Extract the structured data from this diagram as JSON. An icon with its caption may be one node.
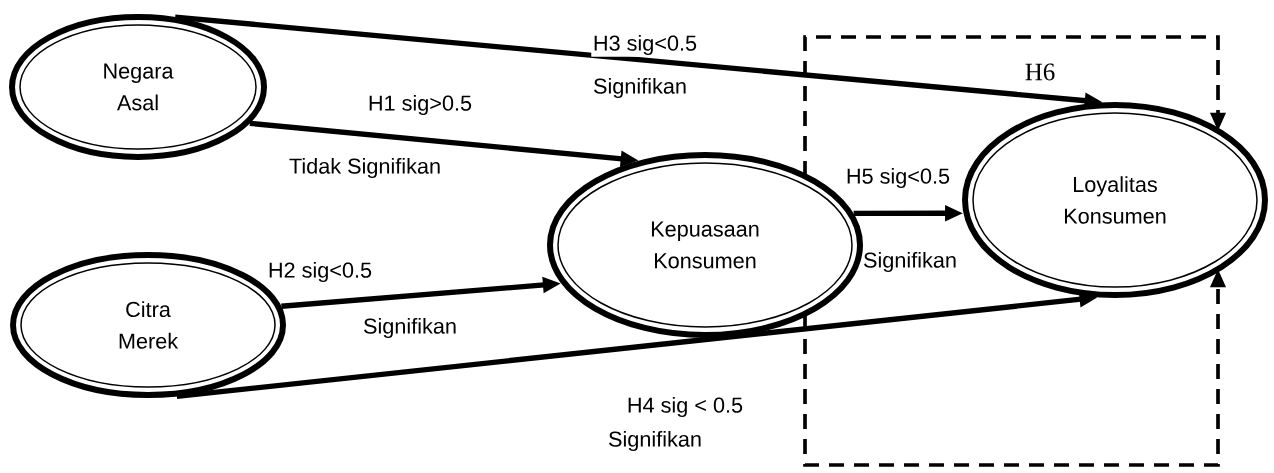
{
  "diagram": {
    "nodes": [
      {
        "text": [
          "Negara Asal"
        ]
      },
      {
        "text": [
          "Citra Merek"
        ]
      },
      {
        "text": [
          "Kepuasaan Konsumen"
        ]
      },
      {
        "text": [
          "Loyalitas Konsumen"
        ]
      }
    ],
    "edges": [
      {
        "from": 0,
        "to": 2,
        "arrow": "to",
        "label": "H1 sig>0.5"
      },
      {
        "from": 1,
        "to": 2,
        "arrow": "to",
        "label": "H2 sig<0.5"
      },
      {
        "from": 0,
        "to": 3,
        "arrow": "to",
        "label": "H3 sig<0.5"
      },
      {
        "from": 1,
        "to": 3,
        "arrow": "to",
        "label": "H4 sig < 0.5"
      },
      {
        "from": 2,
        "to": 3,
        "arrow": "to",
        "label": "H5 sig<0.5"
      },
      {
        "from": 2,
        "to": 3,
        "arrow": "to",
        "style": "dashed",
        "label": "H6"
      },
      {
        "from": 2,
        "to": 3,
        "arrow": "to",
        "style": "dashed"
      }
    ],
    "labels": [
      "Signifikan",
      "Tidak Signifikan",
      "Signifikan",
      "Signifikan",
      "Signifikan"
    ]
  }
}
